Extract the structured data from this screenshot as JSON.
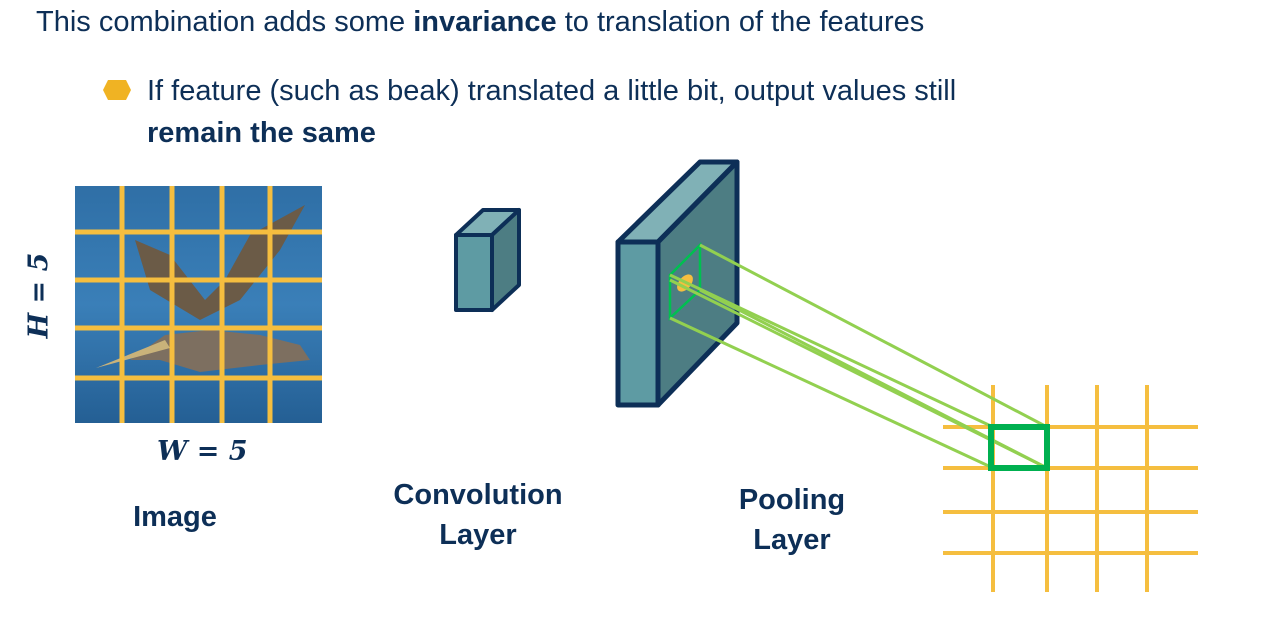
{
  "title": {
    "prefix": "This combination adds some ",
    "bold": "invariance",
    "suffix": " to translation of the features"
  },
  "bullet": {
    "icon": "hexagon-bullet-icon",
    "text": "If feature (such as beak) translated a little bit, output values still",
    "bold": "remain the same"
  },
  "labels": {
    "image": "Image",
    "conv_line1": "Convolution",
    "conv_line2": "Layer",
    "pool_line1": "Pooling",
    "pool_line2": "Layer",
    "h": "H = 5",
    "w": "W = 5"
  },
  "colors": {
    "navy": "#0d2f57",
    "gold": "#f5be3f",
    "teal": "#5e9ba3",
    "green": "#00b050",
    "lightgreen": "#92d050"
  }
}
